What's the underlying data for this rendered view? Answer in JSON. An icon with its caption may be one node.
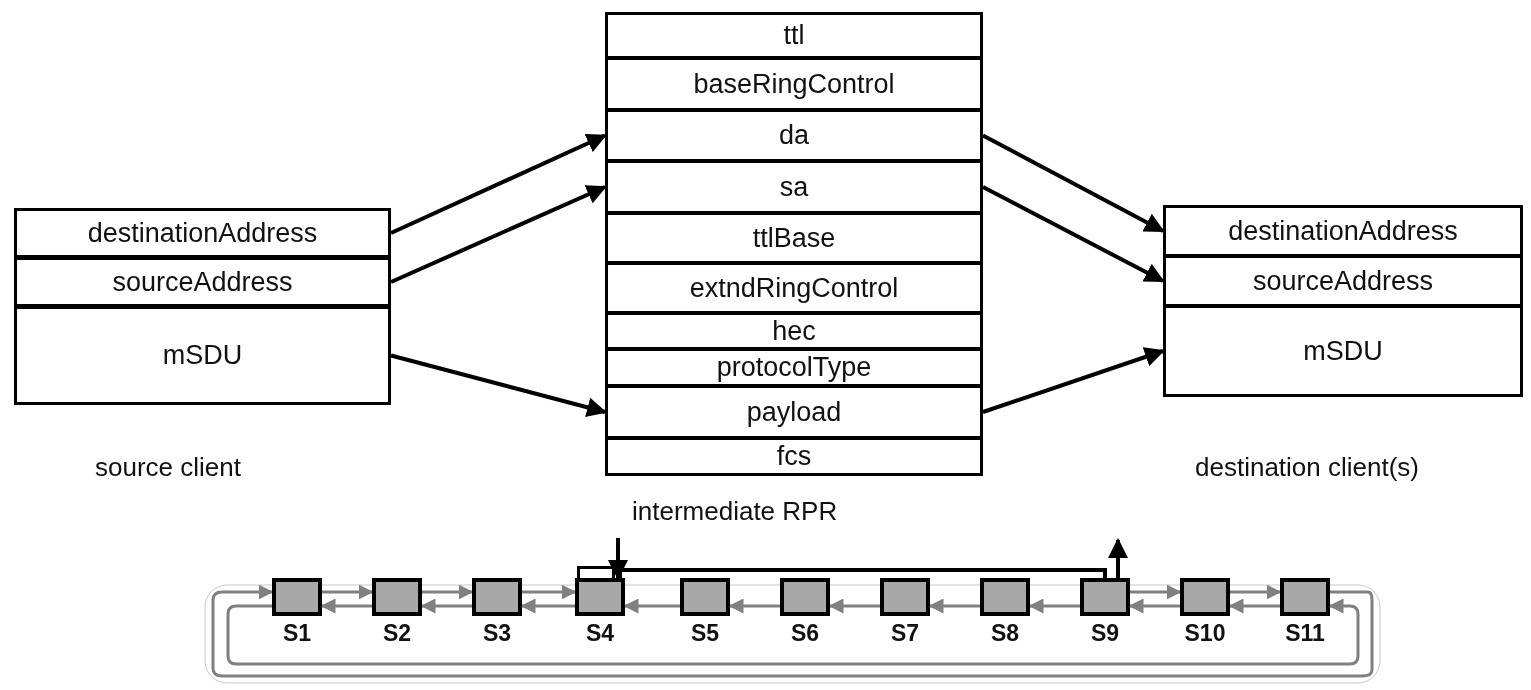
{
  "diagram": {
    "nodes": [
      {
        "text": [
          "destinationAddress"
        ]
      },
      {
        "text": [
          "sourceAddress"
        ]
      },
      {
        "text": [
          "mSDU"
        ]
      },
      {
        "text": [
          "ttl"
        ]
      },
      {
        "text": [
          "baseRingControl"
        ]
      },
      {
        "text": [
          "da"
        ]
      },
      {
        "text": [
          "sa"
        ]
      },
      {
        "text": [
          "ttlBase"
        ]
      },
      {
        "text": [
          "extndRingControl"
        ]
      },
      {
        "text": [
          "hec"
        ]
      },
      {
        "text": [
          "protocolType"
        ]
      },
      {
        "text": [
          "payload"
        ]
      },
      {
        "text": [
          "fcs"
        ]
      },
      {
        "text": [
          "destinationAddress"
        ]
      },
      {
        "text": [
          "sourceAddress"
        ]
      },
      {
        "text": [
          "mSDU"
        ]
      },
      {
        "text": [
          "S1"
        ]
      },
      {
        "text": [
          "S2"
        ]
      },
      {
        "text": [
          "S3"
        ]
      },
      {
        "text": [
          "S4"
        ]
      },
      {
        "text": [
          "S5"
        ]
      },
      {
        "text": [
          "S6"
        ]
      },
      {
        "text": [
          "S7"
        ]
      },
      {
        "text": [
          "S8"
        ]
      },
      {
        "text": [
          "S9"
        ]
      },
      {
        "text": [
          "S10"
        ]
      },
      {
        "text": [
          "S11"
        ]
      }
    ],
    "edges": [
      {
        "from": 0,
        "to": 5,
        "arrow": "to",
        "color": "#000000"
      },
      {
        "from": 1,
        "to": 6,
        "arrow": "to",
        "color": "#000000"
      },
      {
        "from": 2,
        "to": 11,
        "arrow": "to",
        "color": "#000000"
      },
      {
        "from": 5,
        "to": 13,
        "arrow": "to",
        "color": "#000000"
      },
      {
        "from": 6,
        "to": 14,
        "arrow": "to",
        "color": "#000000"
      },
      {
        "from": 11,
        "to": 15,
        "arrow": "to",
        "color": "#000000"
      },
      {
        "from": null,
        "to": 19,
        "arrow": "to",
        "color": "#000000"
      },
      {
        "from": 19,
        "to": 24,
        "arrow": "none",
        "color": "#000000"
      },
      {
        "from": 24,
        "to": null,
        "arrow": "to",
        "color": "#000000"
      },
      {
        "from": 16,
        "to": 17,
        "arrow": "to"
      },
      {
        "from": 17,
        "to": 18,
        "arrow": "to"
      },
      {
        "from": 18,
        "to": 19,
        "arrow": "to"
      },
      {
        "from": 24,
        "to": 25,
        "arrow": "to"
      },
      {
        "from": 25,
        "to": 26,
        "arrow": "to"
      },
      {
        "from": 26,
        "to": 16,
        "arrow": "to"
      },
      {
        "from": 26,
        "to": 25,
        "arrow": "to"
      },
      {
        "from": 25,
        "to": 24,
        "arrow": "to"
      },
      {
        "from": 24,
        "to": 23,
        "arrow": "to"
      },
      {
        "from": 23,
        "to": 22,
        "arrow": "to"
      },
      {
        "from": 22,
        "to": 21,
        "arrow": "to"
      },
      {
        "from": 21,
        "to": 20,
        "arrow": "to"
      },
      {
        "from": 20,
        "to": 19,
        "arrow": "to"
      },
      {
        "from": 19,
        "to": 18,
        "arrow": "to"
      },
      {
        "from": 18,
        "to": 17,
        "arrow": "to"
      },
      {
        "from": 17,
        "to": 16,
        "arrow": "to"
      },
      {
        "from": 16,
        "to": 26,
        "arrow": "to"
      }
    ],
    "labels": [
      "source client",
      "intermediate RPR",
      "destination client(s)"
    ]
  }
}
